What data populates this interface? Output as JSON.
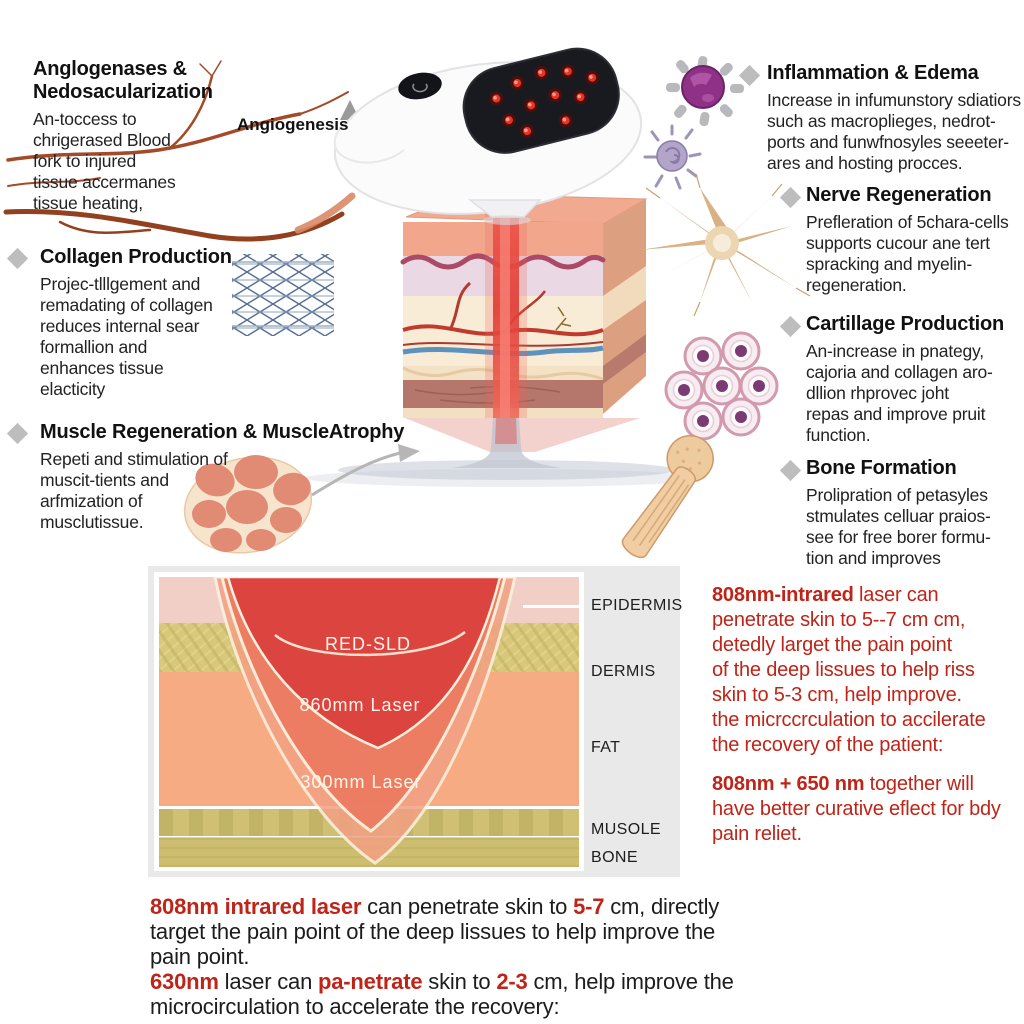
{
  "colors": {
    "accent_red": "#bf2418",
    "text": "#1c1c1c",
    "bullet_gray": "#bdbdbd",
    "panel_bg": "#e9e9e9",
    "beam_dark_red": "#dc4440",
    "beam_mid_red": "#ec7a61",
    "beam_light_red": "#f2a183"
  },
  "icons": {
    "bullet": "diamond-icon",
    "left": [
      "blood-vessels-icon",
      "collagen-mesh-icon",
      "muscle-bundle-icon"
    ],
    "right": [
      "macrophage-cell-icon",
      "small-cell-icon",
      "nerve-cell-icon",
      "cartilage-cells-icon",
      "bone-icon"
    ],
    "center": [
      "laser-device-icon",
      "skin-cube-icon",
      "laser-beam-icon",
      "angiogenesis-arrow-icon",
      "curved-arrow-icon"
    ]
  },
  "left_features": [
    {
      "title": "Anglogenases &\nNedosacularization",
      "body": "An-toccess to\nchrigerased Blood\nfork to injured\ntissue accermanes\ntissue heating,"
    },
    {
      "title": "Collagen Production",
      "body": "Projec-tlllgement and\nremadating of collagen\nreduces internal sear\nformallion and\nenhances tissue\nelacticity"
    },
    {
      "title": "Muscle Regeneration & MuscleAtrophy",
      "body": "Repeti and stimulation of\nmuscit-tients and\narfmization of\nmusclutissue."
    }
  ],
  "right_features": [
    {
      "title": "Inflammation & Edema",
      "body": "Increase in infumunstory sdiatiors\nsuch as macroplieges, nedrot-\nports and funwfnosyles seeeter-\nares and hosting procces."
    },
    {
      "title": "Nerve Regeneration",
      "body": "Prefleration of 5chara-cells\nsupports cucour ane tert\nspracking and myelin-\nregeneration."
    },
    {
      "title": "Cartillage Production",
      "body": "An-increase in pnategy,\ncajoria and collagen aro-\ndllion rhprovec joht\nrepas and improve pruit\nfunction."
    },
    {
      "title": "Bone Formation",
      "body": "Prolipration of petasyles\nstmulates celluar praios-\nsee for free borer formu-\ntion and improves"
    }
  ],
  "device_label": {
    "text": "Angiogenesis"
  },
  "penetration_diagram": {
    "layer_labels": [
      "EPIDERMIS",
      "DERMIS",
      "FAT",
      "MUSOLE",
      "BONE"
    ],
    "beam_labels": [
      "RED-SLD",
      "860mm Laser",
      "300mm Laser"
    ]
  },
  "red_note": {
    "p1_lead": "808nm-intrared",
    "p1_rest": " laser can\npenetrate skin to 5--7 cm cm,\ndetedly larget the pain point\nof the deep lissues to help riss\nskin to 5-3 cm, help improve.\nthe micrccrculation to accilerate\nthe recovery of the patient:",
    "p2_lead": "808nm + 650 nm",
    "p2_rest": " together will\nhave better curative eflect for bdy\npain reliet."
  },
  "bottom_note": {
    "p1": {
      "s1": "808nm intrared laser",
      "s2": " can penetrate skin to ",
      "s3": "5-7",
      "s4": " cm, directly\ntarget the pain point of the deep lissues to help improve the\npain point."
    },
    "p2": {
      "s1": "630nm",
      "s2": " laser can ",
      "s3": "pa-netrate",
      "s4": " skin to ",
      "s5": "2-3",
      "s6": " cm, help improve the\nmicrocirculation to accelerate the recovery:"
    }
  }
}
